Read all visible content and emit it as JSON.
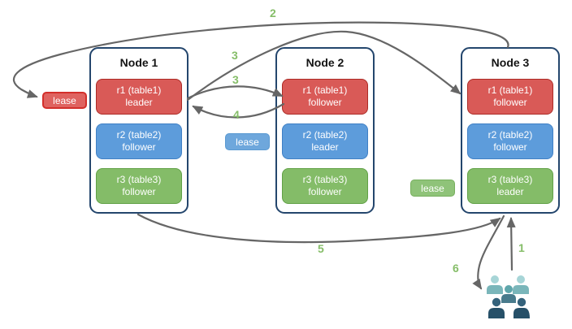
{
  "colors": {
    "replica_red": "#d95a57",
    "replica_red_border": "#ac2b26",
    "replica_blue": "#5d9cdb",
    "replica_blue_border": "#4080c5",
    "replica_green": "#84bc68",
    "replica_green_border": "#61a147",
    "lease_red": "#df6360",
    "lease_red_border": "#d32f2b",
    "lease_blue": "#6ea7dc",
    "lease_blue_border": "#5b9ad2",
    "lease_green": "#8fc379",
    "lease_green_border": "#77af5e",
    "node_border": "#24466d",
    "arrow": "#666666",
    "step_label": "#85bd68",
    "user_light_head": "#a7d5d7",
    "user_light_body": "#7ab6ba",
    "user_mid_head": "#5fa6ab",
    "user_mid_body": "#497b8c",
    "user_dark_head": "#34627b",
    "user_dark_body": "#265068"
  },
  "nodes": [
    {
      "title": "Node 1",
      "replicas": [
        {
          "name": "r1 (table1)",
          "role": "leader"
        },
        {
          "name": "r2 (table2)",
          "role": "follower"
        },
        {
          "name": "r3 (table3)",
          "role": "follower"
        }
      ]
    },
    {
      "title": "Node 2",
      "replicas": [
        {
          "name": "r1 (table1)",
          "role": "follower"
        },
        {
          "name": "r2 (table2)",
          "role": "leader"
        },
        {
          "name": "r3 (table3)",
          "role": "follower"
        }
      ]
    },
    {
      "title": "Node 3",
      "replicas": [
        {
          "name": "r1 (table1)",
          "role": "follower"
        },
        {
          "name": "r2 (table2)",
          "role": "follower"
        },
        {
          "name": "r3 (table3)",
          "role": "leader"
        }
      ]
    }
  ],
  "leases": {
    "red": "lease",
    "blue": "lease",
    "green": "lease"
  },
  "steps": {
    "1": "1",
    "2": "2",
    "3a": "3",
    "3b": "3",
    "4": "4",
    "5": "5",
    "6": "6"
  }
}
